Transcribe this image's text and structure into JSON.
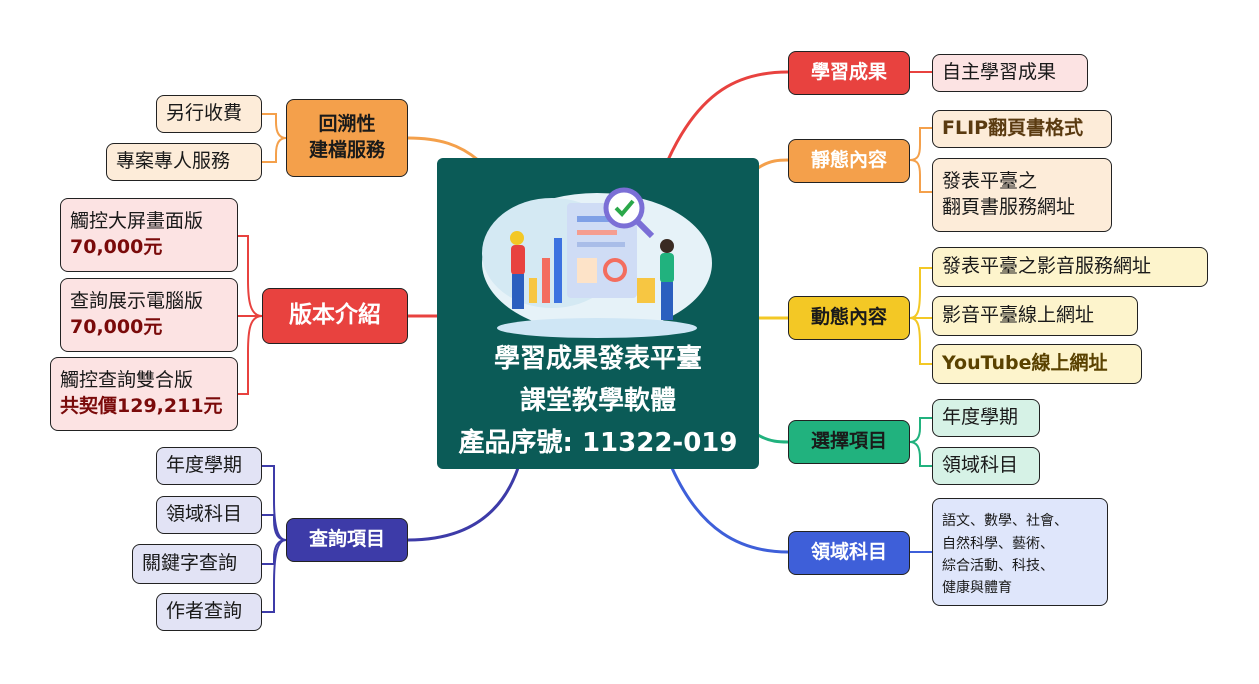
{
  "center": {
    "title_line1": "學習成果發表平臺",
    "title_line2": "課堂教學軟體",
    "title_line3": "產品序號: 11322-019"
  },
  "colors": {
    "red": "#e8423f",
    "orange": "#f4a04b",
    "yellow": "#f3c825",
    "green": "#21b27e",
    "blue": "#3e5fd9",
    "navy": "#3d3ba8",
    "center": "#0b5b57"
  },
  "branches": {
    "learning": {
      "label": "學習成果",
      "children": [
        "自主學習成果"
      ]
    },
    "static": {
      "label": "靜態內容",
      "children": [
        "FLIP翻頁書格式",
        "發表平臺之",
        "翻頁書服務網址"
      ]
    },
    "dynamic": {
      "label": "動態內容",
      "children": [
        "發表平臺之影音服務網址",
        "影音平臺線上網址",
        "YouTube線上網址"
      ]
    },
    "select": {
      "label": "選擇項目",
      "children": [
        "年度學期",
        "領域科目"
      ]
    },
    "domain": {
      "label": "領域科目",
      "children": [
        "語文、數學、社會、",
        "自然科學、藝術、",
        "綜合活動、科技、",
        "健康與體育"
      ]
    },
    "retro": {
      "label_line1": "回溯性",
      "label_line2": "建檔服務",
      "children": [
        "另行收費",
        "專案專人服務"
      ]
    },
    "version": {
      "label": "版本介紹",
      "children": [
        {
          "line1": "觸控大屏畫面版",
          "line2": "70,000元"
        },
        {
          "line1": "查詢展示電腦版",
          "line2": "70,000元"
        },
        {
          "line1": "觸控查詢雙合版",
          "line2": "共契價129,211元"
        }
      ]
    },
    "query": {
      "label": "查詢項目",
      "children": [
        "年度學期",
        "領域科目",
        "關鍵字查詢",
        "作者查詢"
      ]
    }
  }
}
